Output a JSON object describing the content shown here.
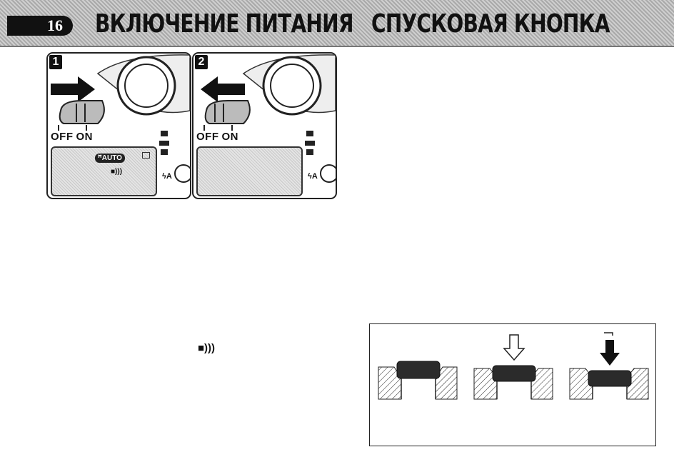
{
  "header": {
    "page_number": "16",
    "title_left": "ВКЛЮЧЕНИЕ ПИТАНИЯ",
    "title_right": "СПУСКОВАЯ КНОПКА"
  },
  "panels": [
    {
      "step": "1",
      "off_label": "OFF",
      "on_label": "ON",
      "lcd_mode": "ꟸAUTO",
      "lcd_beep": "■)))",
      "flash_label": "ϟA",
      "arrow": "right"
    },
    {
      "step": "2",
      "off_label": "OFF",
      "on_label": "ON",
      "flash_label": "ϟA",
      "arrow": "left"
    }
  ],
  "beep_icon": "■)))",
  "release_diagram": {
    "states": [
      "released",
      "half-press",
      "full-press"
    ],
    "arrow_icons": [
      "hollow-down-arrow-icon",
      "solid-down-arrow-icon"
    ]
  },
  "colors": {
    "header_bg": "#b5b5b5",
    "ink": "#111111"
  }
}
